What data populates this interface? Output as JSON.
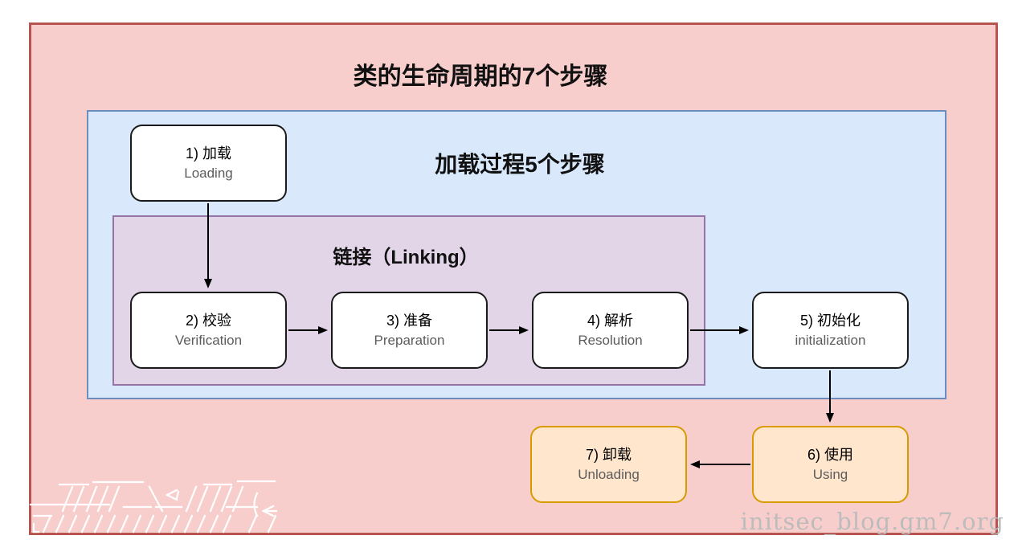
{
  "diagram": {
    "title": "类的生命周期的7个步骤",
    "loading_group": {
      "title": "加载过程5个步骤"
    },
    "linking_group": {
      "title": "链接（Linking）"
    },
    "nodes": [
      {
        "id": "loading",
        "line1": "1) 加载",
        "line2": "Loading"
      },
      {
        "id": "verification",
        "line1": "2) 校验",
        "line2": "Verification"
      },
      {
        "id": "preparation",
        "line1": "3) 准备",
        "line2": "Preparation"
      },
      {
        "id": "resolution",
        "line1": "4) 解析",
        "line2": "Resolution"
      },
      {
        "id": "initialization",
        "line1": "5) 初始化",
        "line2": "initialization"
      },
      {
        "id": "using",
        "line1": "6) 使用",
        "line2": "Using"
      },
      {
        "id": "unloading",
        "line1": "7) 卸载",
        "line2": "Unloading"
      }
    ],
    "arrows": [
      "loading->verification",
      "verification->preparation",
      "preparation->resolution",
      "resolution->initialization",
      "initialization->using",
      "using->unloading"
    ],
    "watermark_text": "initsec_blog.gm7.org",
    "colors": {
      "outer_fill": "#f8cecc",
      "outer_border": "#b85450",
      "loading_group_fill": "#dae8fc",
      "loading_group_border": "#6c8ebf",
      "linking_group_fill": "#e1d5e7",
      "linking_group_border": "#9673a6",
      "node_fill": "#ffffff",
      "node_border": "#1a1a1a",
      "end_node_fill": "#ffe6cc",
      "end_node_border": "#d79b00",
      "arrow": "#000000",
      "watermark_text_color": "#bcbcbc",
      "watermark_logo_color": "#ffffff"
    }
  }
}
